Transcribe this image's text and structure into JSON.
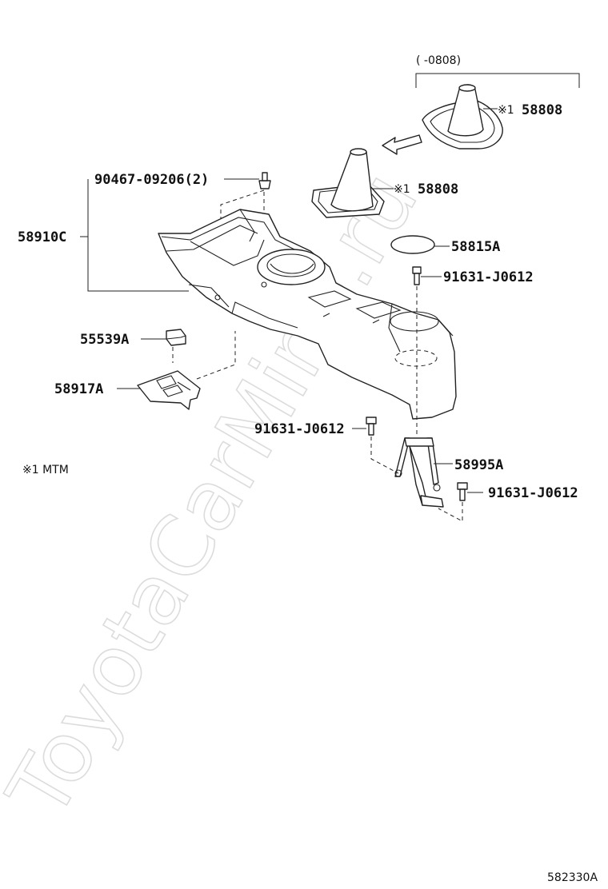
{
  "labels": {
    "date_range": "(  -0808)",
    "p_58808_top": "58808",
    "p_58808_mid": "58808",
    "mark_top": "※1",
    "mark_mid": "※1",
    "p_90467": "90467-09206(2)",
    "p_58910c": "58910C",
    "p_58815a": "58815A",
    "p_91631_a": "91631-J0612",
    "p_55539a": "55539A",
    "p_58917a": "58917A",
    "p_91631_b": "91631-J0612",
    "p_58995a": "58995A",
    "p_91631_c": "91631-J0612",
    "footnote": "※1 MTM",
    "diagram_id": "582330A"
  },
  "watermark": "ToyotaCarMine.ru",
  "colors": {
    "line": "#222222",
    "watermark": "#dcdcdc",
    "background": "#ffffff"
  }
}
